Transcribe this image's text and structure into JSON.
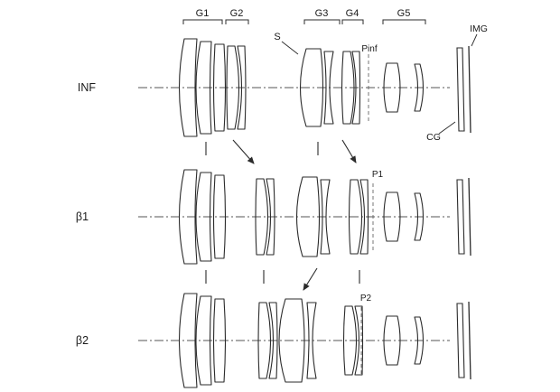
{
  "figure": {
    "labels": {
      "rows": [
        "INF",
        "β1",
        "β2"
      ],
      "groups": [
        "G1",
        "G2",
        "G3",
        "G4",
        "G5"
      ],
      "stop": "S",
      "pinf": "Pinf",
      "p1": "P1",
      "p2": "P2",
      "image_plane": "IMG",
      "cover_glass": "CG"
    },
    "colors": {
      "background": "#ffffff",
      "line": "#2b2b2b",
      "axis": "#555555",
      "dashed_reference": "#666666"
    }
  }
}
